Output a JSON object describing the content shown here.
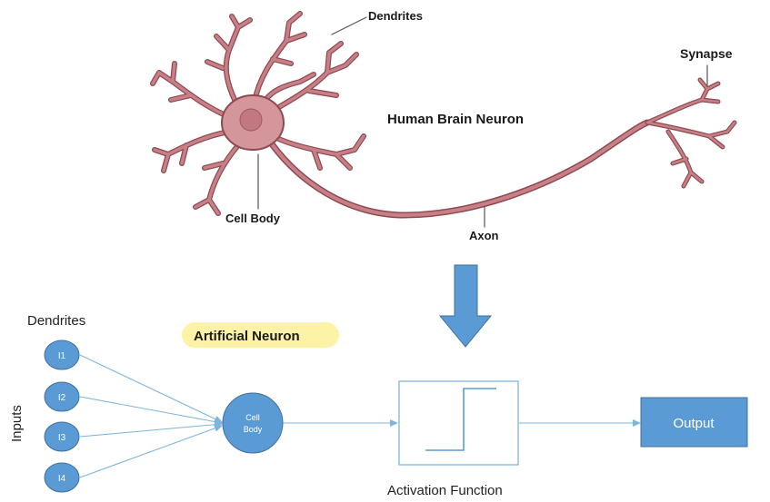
{
  "biological_neuron": {
    "title": "Human Brain Neuron",
    "labels": {
      "dendrites": "Dendrites",
      "synapse": "Synapse",
      "cell_body": "Cell Body",
      "axon": "Axon"
    }
  },
  "artificial_neuron": {
    "title": "Artificial Neuron",
    "dendrites_label": "Dendrites",
    "inputs_label": "Inputs",
    "inputs": [
      "I1",
      "I2",
      "I3",
      "I4"
    ],
    "cell_body_label": [
      "Cell",
      "Body"
    ],
    "activation_label": "Activation Function",
    "output_label": "Output"
  },
  "colors": {
    "neuron": "#c97f86",
    "neuron_outline": "#8c4a52",
    "node_fill": "#5b9bd5",
    "arrow_fill": "#5b9bd5",
    "edge": "#7fb4dc",
    "title_highlight": "#fdf3a6"
  },
  "icons": {
    "transition_arrow": "down-arrow-icon",
    "activation_graph": "step-function-icon"
  }
}
